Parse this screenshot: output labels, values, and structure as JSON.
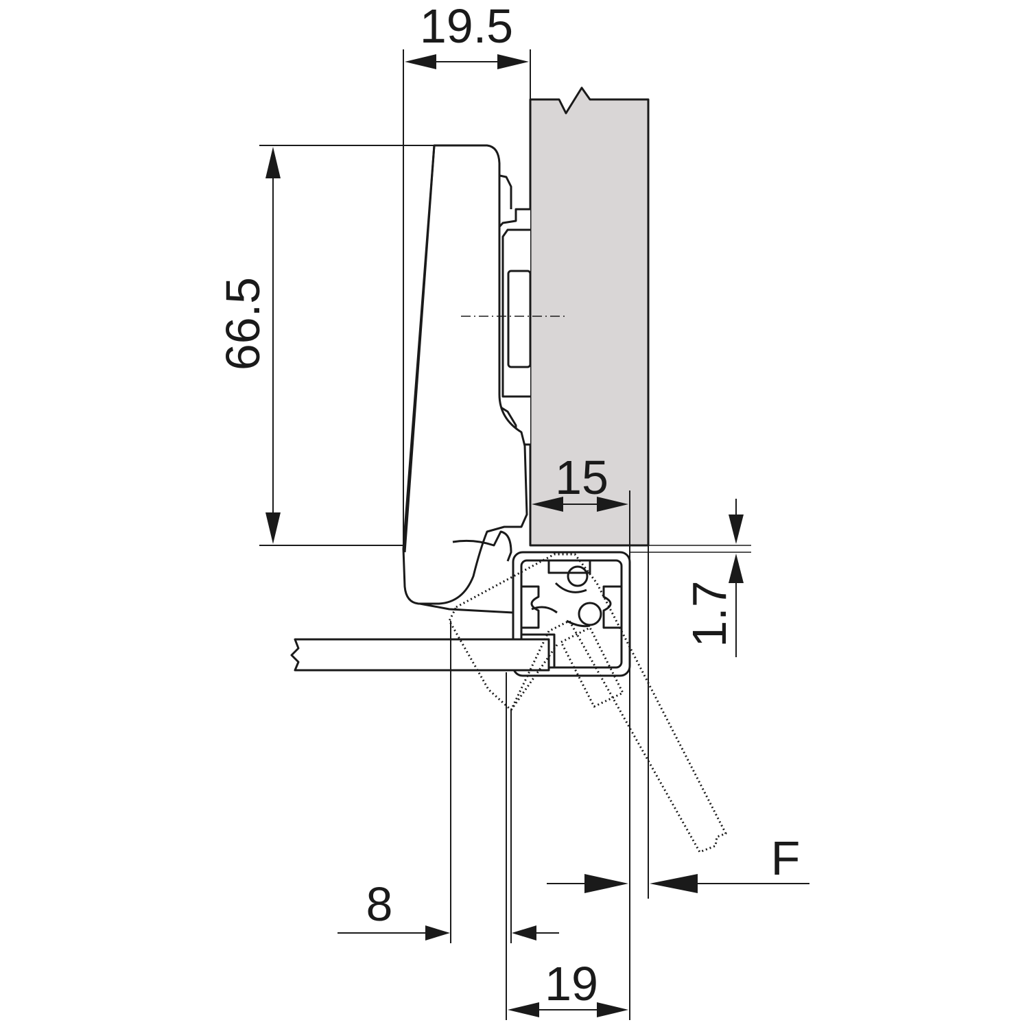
{
  "colors": {
    "line": "#1a1a1a",
    "panel_fill": "#d9d6d6",
    "background": "#ffffff"
  },
  "dimensions": {
    "top_width": "19.5",
    "height": "66.5",
    "overlay": "15",
    "gap": "1.7",
    "clearance": "F",
    "minimum": "8",
    "door_thickness": "19"
  }
}
